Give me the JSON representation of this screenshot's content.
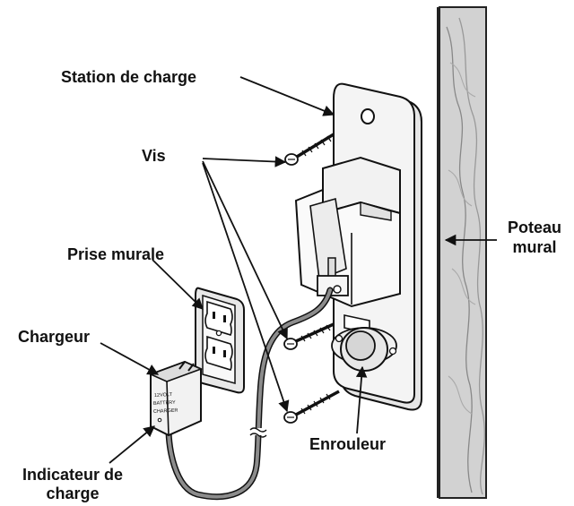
{
  "labels": {
    "station": "Station de charge",
    "screws": "Vis",
    "outlet": "Prise murale",
    "charger": "Chargeur",
    "indicator_line1": "Indicateur de",
    "indicator_line2": "charge",
    "post_line1": "Poteau",
    "post_line2": "mural",
    "reel": "Enrouleur"
  },
  "adapter_text": {
    "line1": "12VOLT",
    "line2": "BATTERY",
    "line3": "CHARGER"
  },
  "colors": {
    "ink": "#111111",
    "wood": "#d2d2d2",
    "panel": "#f4f4f4",
    "cord": "#8c8c8c"
  }
}
